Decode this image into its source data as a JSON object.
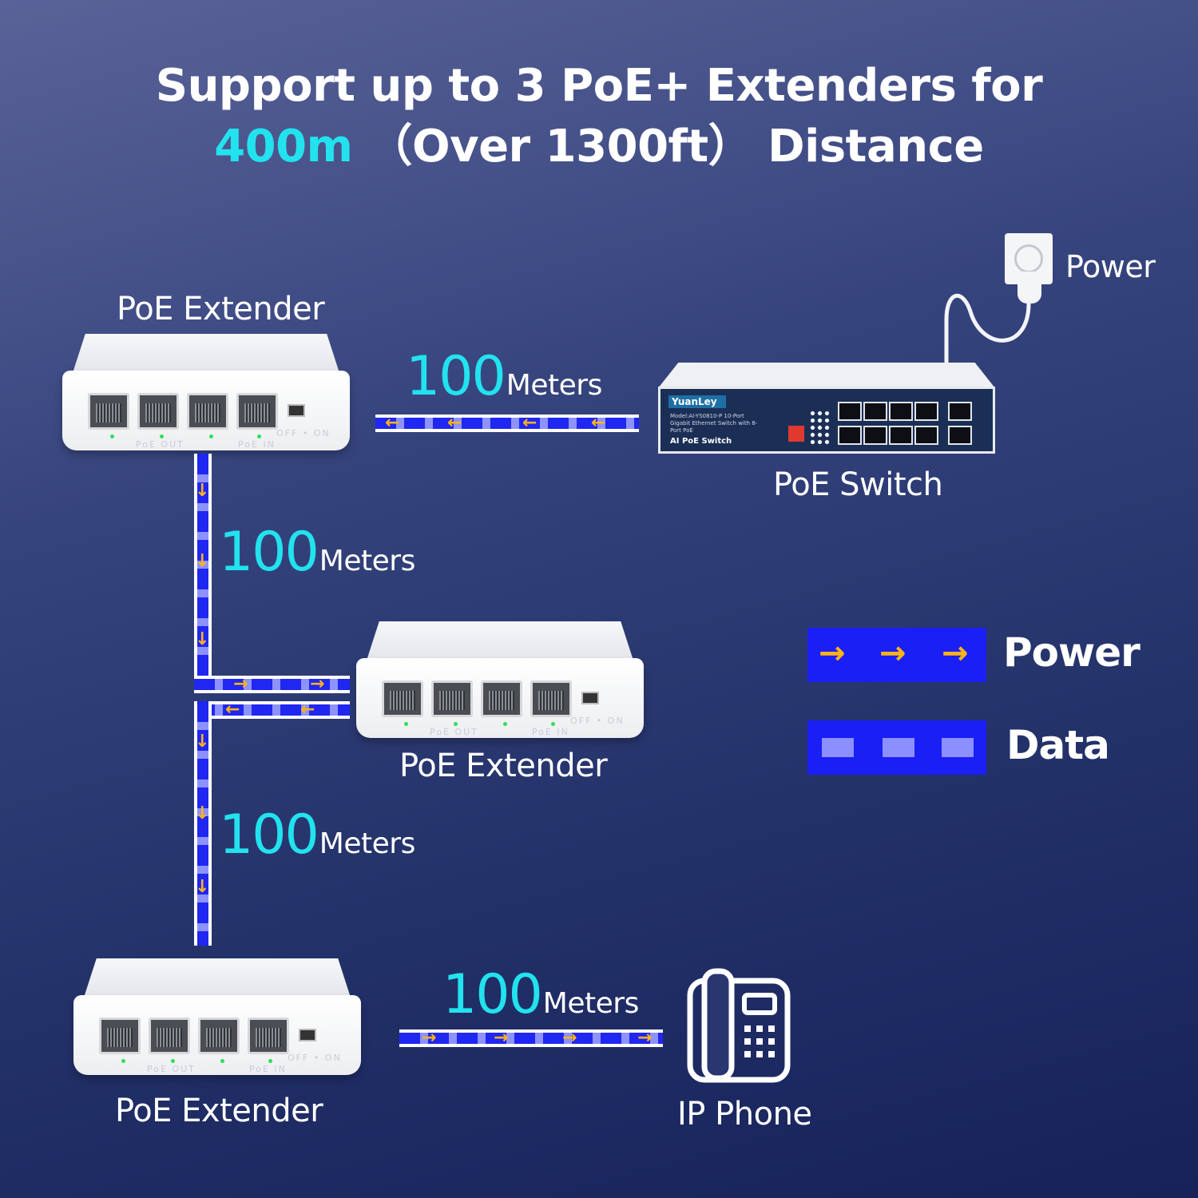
{
  "headline": {
    "line1": "Support up to 3 PoE+ Extenders for",
    "line2_accent": "400m",
    "line2_rest": "（Over 1300ft） Distance"
  },
  "labels": {
    "extender_1": "PoE Extender",
    "extender_2": "PoE Extender",
    "extender_3": "PoE Extender",
    "poe_switch": "PoE Switch",
    "ip_phone": "IP Phone",
    "power_outlet": "Power"
  },
  "distances": [
    {
      "value": "100",
      "unit": "Meters"
    },
    {
      "value": "100",
      "unit": "Meters"
    },
    {
      "value": "100",
      "unit": "Meters"
    },
    {
      "value": "100",
      "unit": "Meters"
    }
  ],
  "extender_silk": {
    "out": "PoE  OUT",
    "in": "PoE  IN",
    "switch": "OFF • ON"
  },
  "poe_switch_panel": {
    "brand": "YuanLey",
    "model": "Model:AI-YS0810-P  10-Port Gigabit Ethernet Switch with 8-Port PoE",
    "tag": "AI PoE Switch"
  },
  "legend": [
    {
      "label": "Power",
      "style": "arrows"
    },
    {
      "label": "Data",
      "style": "squares"
    }
  ],
  "colors": {
    "accent": "#22e2ee",
    "cable_blue": "#1f27f0",
    "data_light": "#8d92ff",
    "power_arrow": "#ffb31a"
  },
  "icons": [
    "power-outlet-icon",
    "ip-phone-icon",
    "arrow-right-icon",
    "arrow-left-icon",
    "arrow-down-icon"
  ]
}
